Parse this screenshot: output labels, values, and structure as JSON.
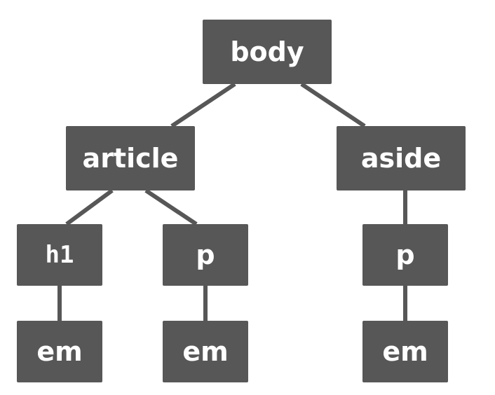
{
  "colors": {
    "node_fill": "#575757",
    "node_text": "#ffffff",
    "edge": "#575757",
    "background": "#ffffff"
  },
  "nodes": {
    "body": "body",
    "article": "article",
    "aside": "aside",
    "h1": "h1",
    "article_p": "p",
    "aside_p": "p",
    "h1_em": "em",
    "article_p_em": "em",
    "aside_p_em": "em"
  },
  "edges": [
    [
      "body",
      "article"
    ],
    [
      "body",
      "aside"
    ],
    [
      "article",
      "h1"
    ],
    [
      "article",
      "article_p"
    ],
    [
      "aside",
      "aside_p"
    ],
    [
      "h1",
      "h1_em"
    ],
    [
      "article_p",
      "article_p_em"
    ],
    [
      "aside_p",
      "aside_p_em"
    ]
  ]
}
